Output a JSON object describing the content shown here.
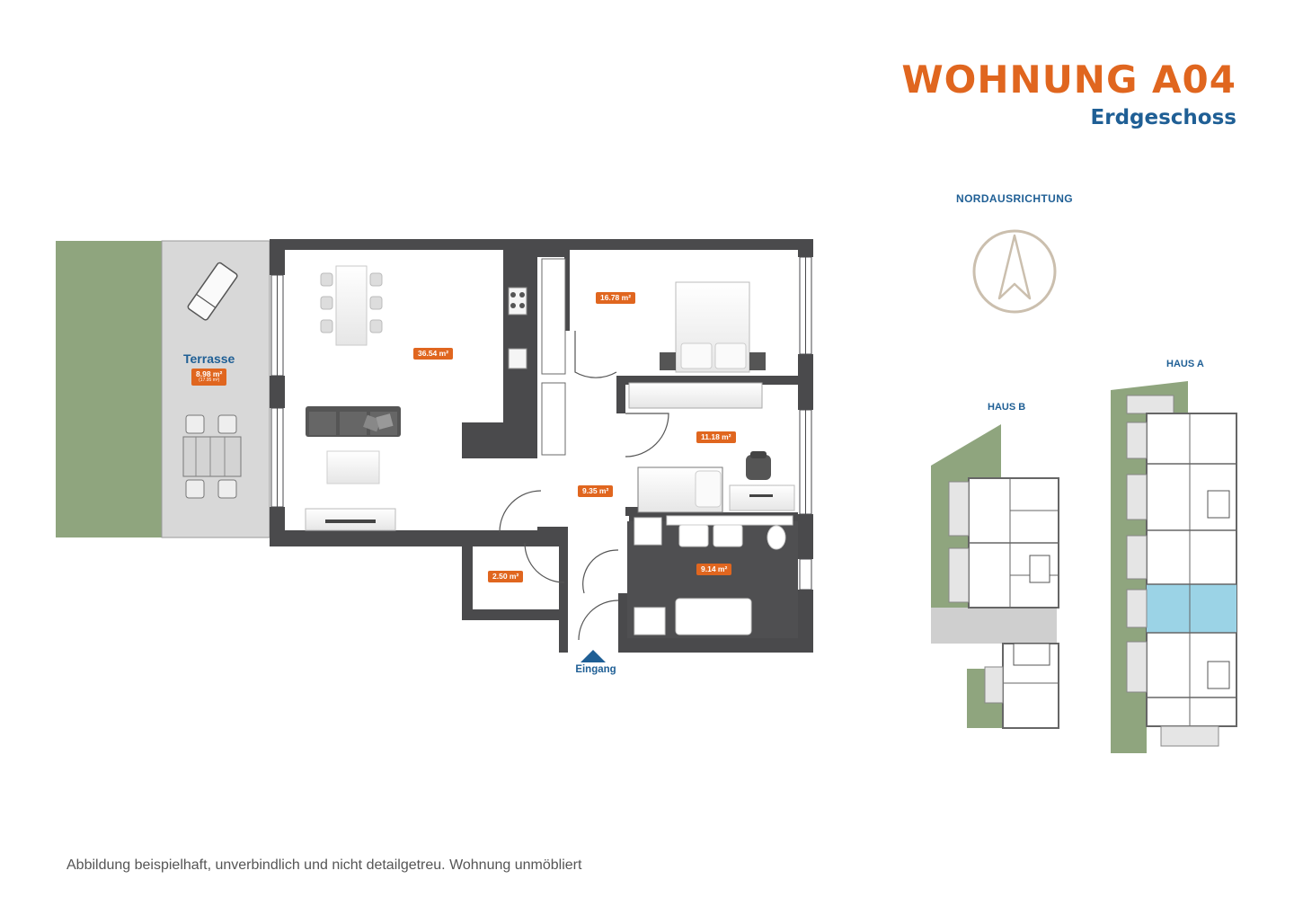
{
  "header": {
    "title": "WOHNUNG A04",
    "subtitle": "Erdgeschoss"
  },
  "compass": {
    "label": "NORDAUSRICHTUNG"
  },
  "site_plan": {
    "haus_a_label": "HAUS A",
    "haus_b_label": "HAUS B"
  },
  "floor_plan": {
    "entrance_label": "Eingang",
    "rooms": {
      "terrasse": {
        "name": "Terrasse",
        "area": "8.98 m²",
        "area_note": "(17.95 m²)"
      },
      "living": {
        "area": "36.54 m²"
      },
      "bedroom": {
        "area": "16.78 m²"
      },
      "office": {
        "area": "11.18 m²"
      },
      "hall": {
        "area": "9.35 m²"
      },
      "bath": {
        "area": "9.14 m²"
      },
      "storage": {
        "area": "2.50 m²"
      }
    }
  },
  "footer": {
    "disclaimer": "Abbildung beispielhaft, unverbindlich und nicht detailgetreu. Wohnung unmöbliert"
  },
  "colors": {
    "accent_orange": "#e0661f",
    "accent_blue": "#1f5f95",
    "wall_dark": "#4a4a4c",
    "garden_green": "#8fa57e",
    "terrace_grey": "#d7d7d7",
    "highlight_unit": "#9bd3e6"
  }
}
